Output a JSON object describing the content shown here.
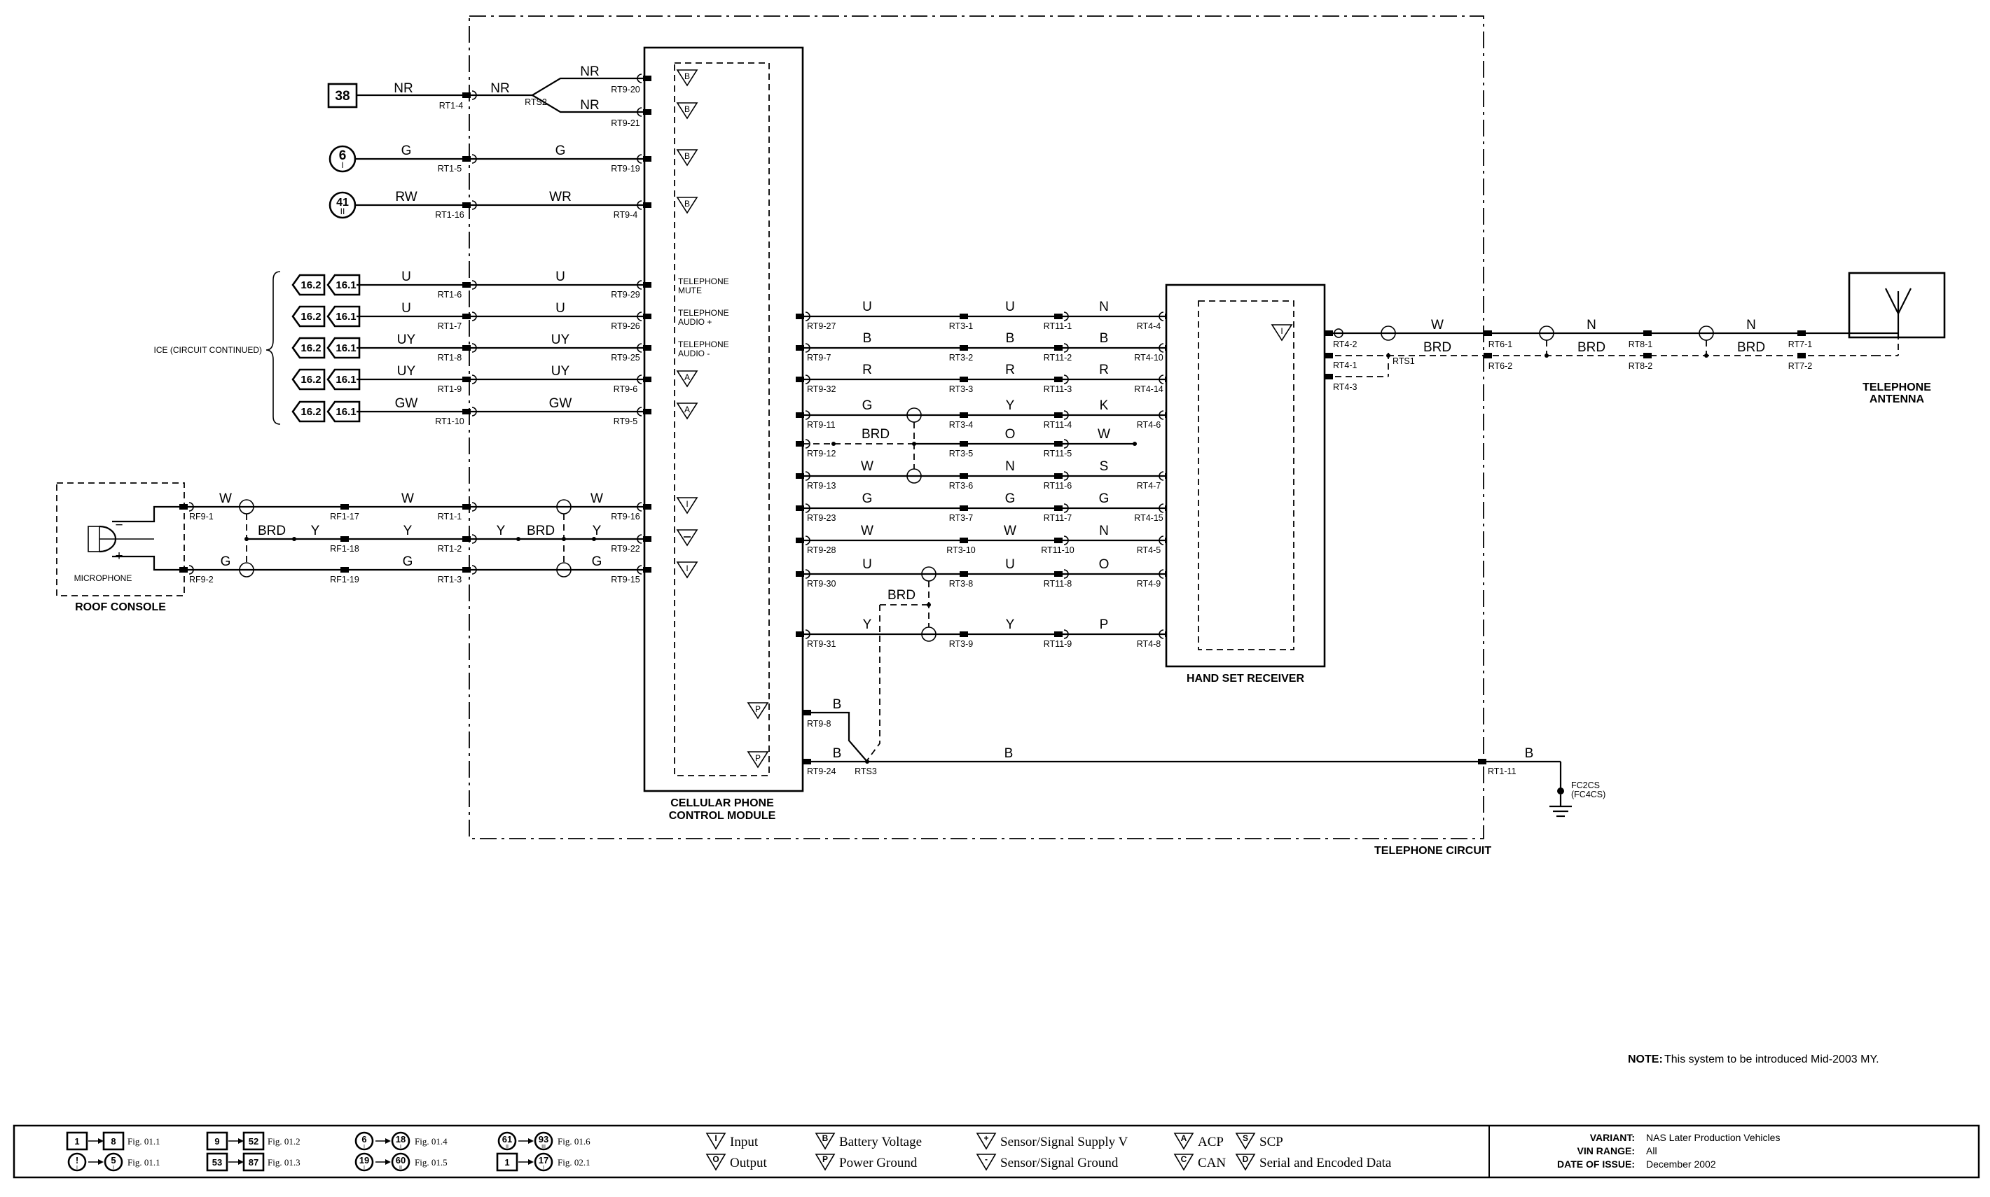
{
  "modules": {
    "cpcm_line1": "CELLULAR PHONE",
    "cpcm_line2": "CONTROL MODULE",
    "handset": "HAND SET RECEIVER",
    "antenna_line1": "TELEPHONE",
    "antenna_line2": "ANTENNA",
    "roof_console": "ROOF CONSOLE",
    "microphone": "MICROPHONE",
    "circuit_title": "TELEPHONE CIRCUIT",
    "ice_label": "ICE (CIRCUIT CONTINUED)",
    "ground_line1": "FC2CS",
    "ground_line2": "(FC4CS)",
    "tel_mute": [
      "TELEPHONE",
      "MUTE"
    ],
    "tel_audio_pos": [
      "TELEPHONE",
      "AUDIO +"
    ],
    "tel_audio_neg": [
      "TELEPHONE",
      "AUDIO -"
    ]
  },
  "refs": {
    "ref38": "38",
    "ref6": "6",
    "ref6sub": "I",
    "ref41": "41",
    "ref41sub": "II",
    "ref162": "16.2",
    "ref161": "16.1"
  },
  "left_wires": [
    {
      "c1": "NR",
      "conn": "RT1-4"
    },
    {
      "c1": "G",
      "c2": "G",
      "conn": "RT1-5",
      "cpin": "RT9-19"
    },
    {
      "c1": "RW",
      "c2": "WR",
      "conn": "RT1-16",
      "cpin": "RT9-4"
    },
    {
      "c1": "U",
      "c2": "U",
      "conn": "RT1-6",
      "cpin": "RT9-29"
    },
    {
      "c1": "U",
      "c2": "U",
      "conn": "RT1-7",
      "cpin": "RT9-26"
    },
    {
      "c1": "UY",
      "c2": "UY",
      "conn": "RT1-8",
      "cpin": "RT9-25"
    },
    {
      "c1": "UY",
      "c2": "UY",
      "conn": "RT1-9",
      "cpin": "RT9-6"
    },
    {
      "c1": "GW",
      "c2": "GW",
      "conn": "RT1-10",
      "cpin": "RT9-5"
    }
  ],
  "nr_splice": {
    "label": "NR",
    "splice": "RTS2",
    "top": "NR",
    "bottom": "NR",
    "pin_top": "RT9-20",
    "pin_bottom": "RT9-21"
  },
  "mic_wires": [
    {
      "c1": "W",
      "c2": "W",
      "c3": "W",
      "rf9": "RF9-1",
      "rf1": "RF1-17",
      "rt1": "RT1-1",
      "rt9": "RT9-16"
    },
    {
      "c1": "Y",
      "c2": "Y",
      "c3": "Y",
      "c4": "Y",
      "rf1": "RF1-18",
      "rt1": "RT1-2",
      "rt9": "RT9-22"
    },
    {
      "c1": "G",
      "c2": "G",
      "c3": "G",
      "rf9": "RF9-2",
      "rf1": "RF1-19",
      "rt1": "RT1-3",
      "rt9": "RT9-15"
    }
  ],
  "right_wires": [
    {
      "pin": "RT9-27",
      "c1": "U",
      "rt3": "RT3-1",
      "c2": "U",
      "rt11": "RT11-1",
      "c3": "N",
      "rt4": "RT4-4"
    },
    {
      "pin": "RT9-7",
      "c1": "B",
      "rt3": "RT3-2",
      "c2": "B",
      "rt11": "RT11-2",
      "c3": "B",
      "rt4": "RT4-10"
    },
    {
      "pin": "RT9-32",
      "c1": "R",
      "rt3": "RT3-3",
      "c2": "R",
      "rt11": "RT11-3",
      "c3": "R",
      "rt4": "RT4-14"
    },
    {
      "pin": "RT9-11",
      "c1": "G",
      "rt3": "RT3-4",
      "c2": "Y",
      "rt11": "RT11-4",
      "c3": "K",
      "rt4": "RT4-6"
    },
    {
      "pin": "RT9-12",
      "c1": "BRD",
      "rt3": "RT3-5",
      "c2": "O",
      "rt11": "RT11-5",
      "c3": "W",
      "rt4": ""
    },
    {
      "pin": "RT9-13",
      "c1": "W",
      "rt3": "RT3-6",
      "c2": "N",
      "rt11": "RT11-6",
      "c3": "S",
      "rt4": "RT4-7"
    },
    {
      "pin": "RT9-23",
      "c1": "G",
      "rt3": "RT3-7",
      "c2": "G",
      "rt11": "RT11-7",
      "c3": "G",
      "rt4": "RT4-15"
    },
    {
      "pin": "RT9-28",
      "c1": "W",
      "rt3": "RT3-10",
      "c2": "W",
      "rt11": "RT11-10",
      "c3": "N",
      "rt4": "RT4-5"
    },
    {
      "pin": "RT9-30",
      "c1": "U",
      "rt3": "RT3-8",
      "c2": "U",
      "rt11": "RT11-8",
      "c3": "O",
      "rt4": "RT4-9"
    },
    {
      "pin": "RT9-31",
      "c1": "Y",
      "rt3": "RT3-9",
      "c2": "Y",
      "rt11": "RT11-9",
      "c3": "P",
      "rt4": "RT4-8"
    }
  ],
  "brd2": "BRD",
  "ground_wires": {
    "pin1": "RT9-8",
    "c1": "B",
    "pin2": "RT9-24",
    "c2": "B",
    "splice": "RTS3",
    "main": "B",
    "rt1": "RT1-11",
    "c3": "B"
  },
  "antenna_wires": {
    "rt4_2": "RT4-2",
    "rt4_1": "RT4-1",
    "rt4_3": "RT4-3",
    "rts1": "RTS1",
    "c_w": "W",
    "c_brd": "BRD",
    "rt6_1": "RT6-1",
    "rt6_2": "RT6-2",
    "c_n1": "N",
    "c_brd2": "BRD",
    "rt8_1": "RT8-1",
    "rt8_2": "RT8-2",
    "c_n2": "N",
    "c_brd3": "BRD",
    "rt7_1": "RT7-1",
    "rt7_2": "RT7-2"
  },
  "pin_symbols": {
    "B": "B",
    "A": "A",
    "I": "I",
    "P": "P"
  },
  "note": {
    "label": "NOTE:",
    "text": "This system to be introduced Mid-2003 MY."
  },
  "legend": {
    "figs": [
      {
        "a": "1",
        "b": "8",
        "fig": "Fig. 01.1"
      },
      {
        "a": "!",
        "asub": "I",
        "b": "5",
        "bsub": "I",
        "fig": "Fig. 01.1"
      },
      {
        "a": "9",
        "b": "52",
        "fig": "Fig. 01.2"
      },
      {
        "a": "53",
        "b": "87",
        "fig": "Fig. 01.3"
      },
      {
        "a": "6",
        "asub": "I",
        "b": "18",
        "bsub": "I",
        "fig": "Fig. 01.4"
      },
      {
        "a": "19",
        "asub": "I",
        "b": "60",
        "bsub": "II",
        "fig": "Fig. 01.5"
      },
      {
        "a": "61",
        "asub": "II",
        "b": "93",
        "bsub": "III",
        "fig": "Fig. 01.6"
      },
      {
        "a": "1",
        "b": "17",
        "bsub": "I",
        "fig": "Fig. 02.1"
      }
    ],
    "symbols": [
      {
        "sym": "I",
        "text": "Input"
      },
      {
        "sym": "O",
        "text": "Output"
      },
      {
        "sym": "B",
        "text": "Battery Voltage"
      },
      {
        "sym": "P",
        "text": "Power Ground"
      },
      {
        "sym": "+",
        "text": "Sensor/Signal Supply V"
      },
      {
        "sym": "-",
        "text": "Sensor/Signal Ground"
      },
      {
        "sym": "A",
        "text": "ACP"
      },
      {
        "sym": "C",
        "text": "CAN"
      },
      {
        "sym": "S",
        "text": "SCP"
      },
      {
        "sym": "D",
        "text": "Serial and Encoded Data"
      }
    ],
    "info": [
      {
        "label": "VARIANT:",
        "value": "NAS Later Production Vehicles"
      },
      {
        "label": "VIN RANGE:",
        "value": "All"
      },
      {
        "label": "DATE OF ISSUE:",
        "value": "December 2002"
      }
    ]
  }
}
